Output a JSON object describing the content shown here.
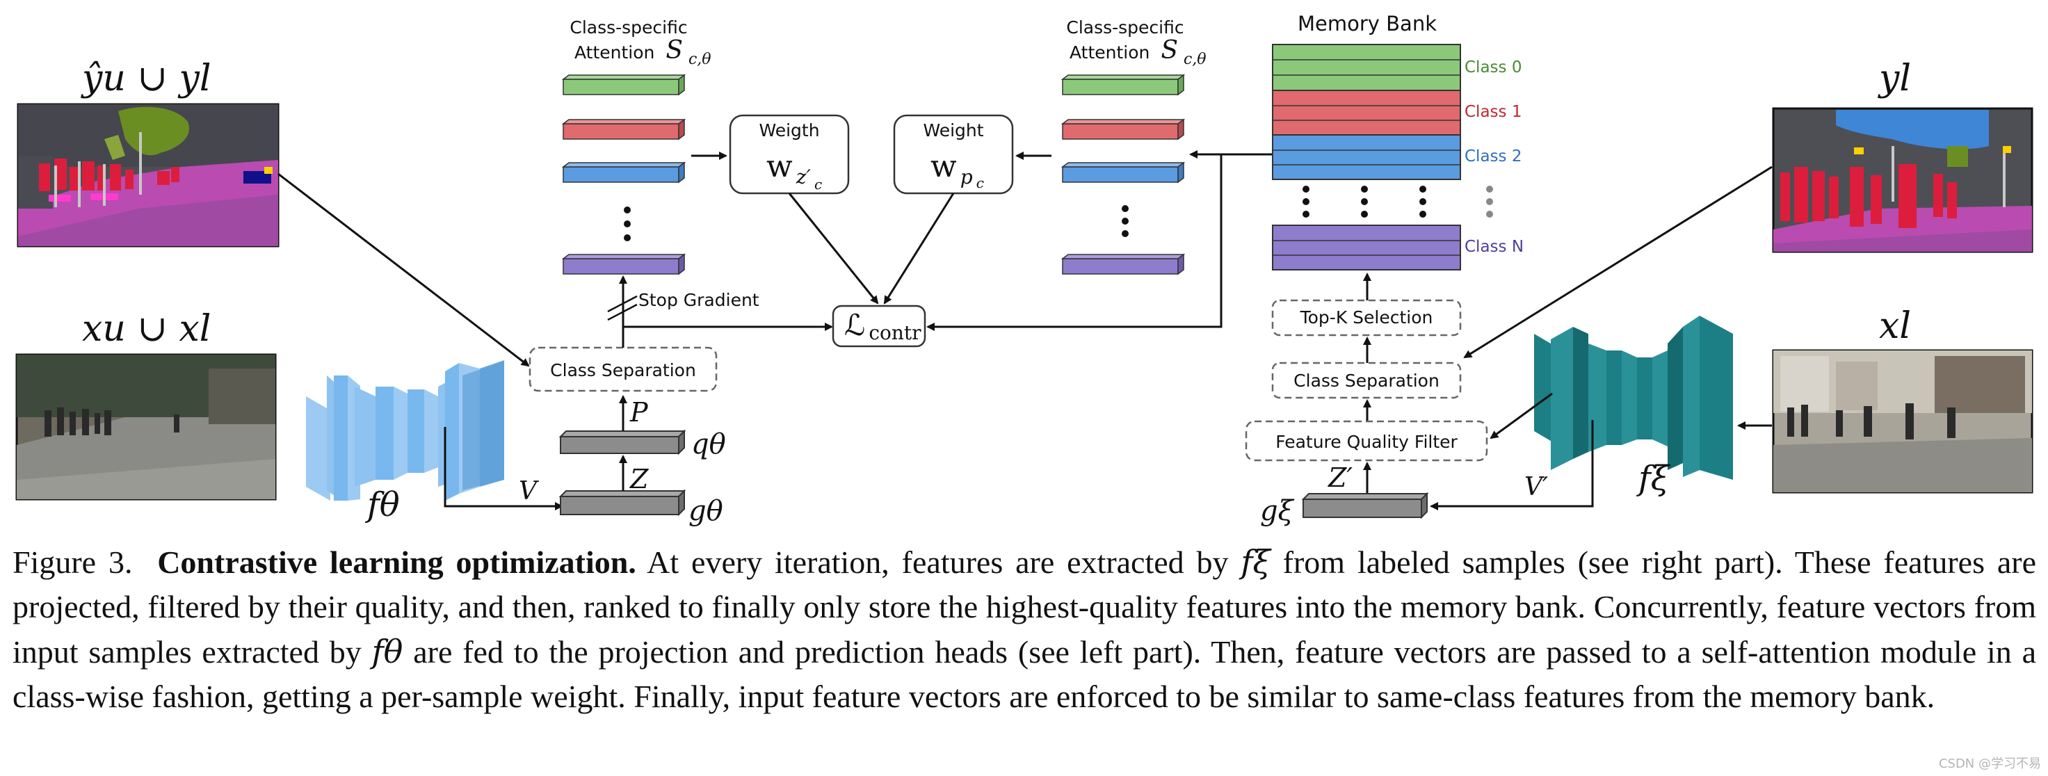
{
  "labels": {
    "attention_left_line1": "Class-specific",
    "attention_left_line2": "Attention",
    "attention_left_math": "S",
    "attention_left_sub": "c,θ",
    "attention_right_line1": "Class-specific",
    "attention_right_line2": "Attention",
    "attention_right_math": "S",
    "attention_right_sub": "c,θ",
    "memory_bank_title": "Memory Bank",
    "class_0": "Class 0",
    "class_1": "Class 1",
    "class_2": "Class 2",
    "class_n": "Class N",
    "weight_left_title": "Weigth",
    "weight_left_math": "w",
    "weight_left_sub": "z′",
    "weight_left_subsub": "c",
    "weight_right_title": "Weight",
    "weight_right_math": "w",
    "weight_right_sub": "p",
    "weight_right_subsub": "c",
    "loss": "ℒ",
    "loss_sub": "contr",
    "stop_gradient": "Stop Gradient",
    "class_separation_left": "Class Separation",
    "class_separation_right": "Class Separation",
    "topk_selection": "Top-K Selection",
    "feature_quality_filter": "Feature Quality Filter",
    "y_hat_u_union_y_l": "ŷu ∪ yl",
    "x_u_union_x_l": "xu ∪ xl",
    "y_l": "yl",
    "x_l": "xl",
    "f_theta": "fθ",
    "f_xi": "fξ",
    "g_theta": "gθ",
    "g_xi": "gξ",
    "q_theta": "qθ",
    "P": "P",
    "Z": "Z",
    "Z_prime": "Z′",
    "V": "V",
    "V_prime": "V′"
  },
  "caption": {
    "figure_label": "Figure 3.",
    "title": "Contrastive learning optimization.",
    "part1": "At every iteration, features are extracted by",
    "sym1": "fξ",
    "part2": "from labeled samples (see right part). These features are projected, filtered by their quality, and then, ranked to finally only store the highest-quality features into the memory bank. Concurrently, feature vectors from input samples extracted by",
    "sym2": "fθ",
    "part3": "are fed to the projection and prediction heads (see left part). Then, feature vectors are passed to a self-attention module in a class-wise fashion, getting a per-sample weight. Finally, input feature vectors are enforced to be similar to same-class features from the memory bank."
  },
  "watermark": "CSDN @学习不易",
  "colors": {
    "class0": "#8cc87a",
    "class1": "#e06a6e",
    "class2": "#5b9be0",
    "classN": "#8e7ccc",
    "encoder_left": "#78b8ee",
    "encoder_right": "#1d7f86",
    "projector": "#8c8c8c"
  }
}
